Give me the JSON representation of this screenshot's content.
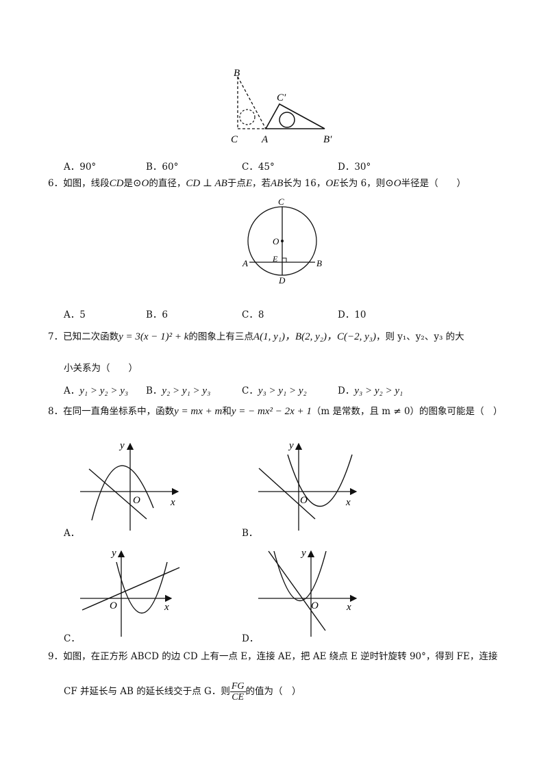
{
  "q5": {
    "labels": {
      "B": "B",
      "C": "C",
      "A": "A",
      "Cp": "C′",
      "Bp": "B′"
    },
    "options": [
      {
        "letter": "A．",
        "text": "90°"
      },
      {
        "letter": "B．",
        "text": "60°"
      },
      {
        "letter": "C．",
        "text": "45°"
      },
      {
        "letter": "D．",
        "text": "30°"
      }
    ]
  },
  "q6": {
    "number": "6．",
    "text_parts": [
      "如图，线段",
      "CD",
      "是",
      "⊙O",
      "的直径，",
      "CD ⊥ AB",
      "于点",
      "E",
      "，若",
      "AB",
      "长为 16，",
      "OE",
      "长为 6，则",
      "⊙O",
      "半径是（　　）"
    ],
    "figure_labels": {
      "C": "C",
      "O": "O",
      "E": "E",
      "A": "A",
      "B": "B",
      "D": "D"
    },
    "options": [
      {
        "letter": "A．",
        "text": "5"
      },
      {
        "letter": "B．",
        "text": "6"
      },
      {
        "letter": "C．",
        "text": "8"
      },
      {
        "letter": "D．",
        "text": "10"
      }
    ]
  },
  "q7": {
    "number": "7．",
    "prefix": "已知二次函数",
    "function": "y = 3(x − 1)² + k",
    "middle": "的图象上有三点",
    "points": "A(1, y₁)，B(2, y₂)，C(−2, y₃)",
    "suffix": "，则 y₁、y₂、y₃ 的大",
    "line2": "小关系为（　　）",
    "options": [
      {
        "letter": "A．",
        "text": "y₁ > y₂ > y₃"
      },
      {
        "letter": "B．",
        "text": "y₂ > y₁ > y₃"
      },
      {
        "letter": "C．",
        "text": "y₃ > y₁ > y₂"
      },
      {
        "letter": "D．",
        "text": "y₃ > y₂ > y₁"
      }
    ]
  },
  "q8": {
    "number": "8．",
    "prefix": "在同一直角坐标系中，函数",
    "f1": "y = mx + m",
    "and": "和",
    "f2": "y = − mx² − 2x + 1",
    "cond": "（m 是常数，且 m ≠ 0）",
    "suffix": "的图象可能是（　）",
    "graph_labels": {
      "y": "y",
      "x": "x",
      "O": "O"
    },
    "options": [
      {
        "letter": "A．"
      },
      {
        "letter": "B．"
      },
      {
        "letter": "C．"
      },
      {
        "letter": "D．"
      }
    ]
  },
  "q9": {
    "number": "9．",
    "line1": "如图，在正方形 ABCD 的边 CD 上有一点 E，连接 AE，把 AE 绕点 E 逆时针旋转 90°，得到 FE，连接",
    "line2_prefix": "CF 并延长与 AB 的延长线交于点 G．则",
    "frac_num": "FG",
    "frac_den": "CE",
    "line2_suffix": "的值为（　）"
  }
}
